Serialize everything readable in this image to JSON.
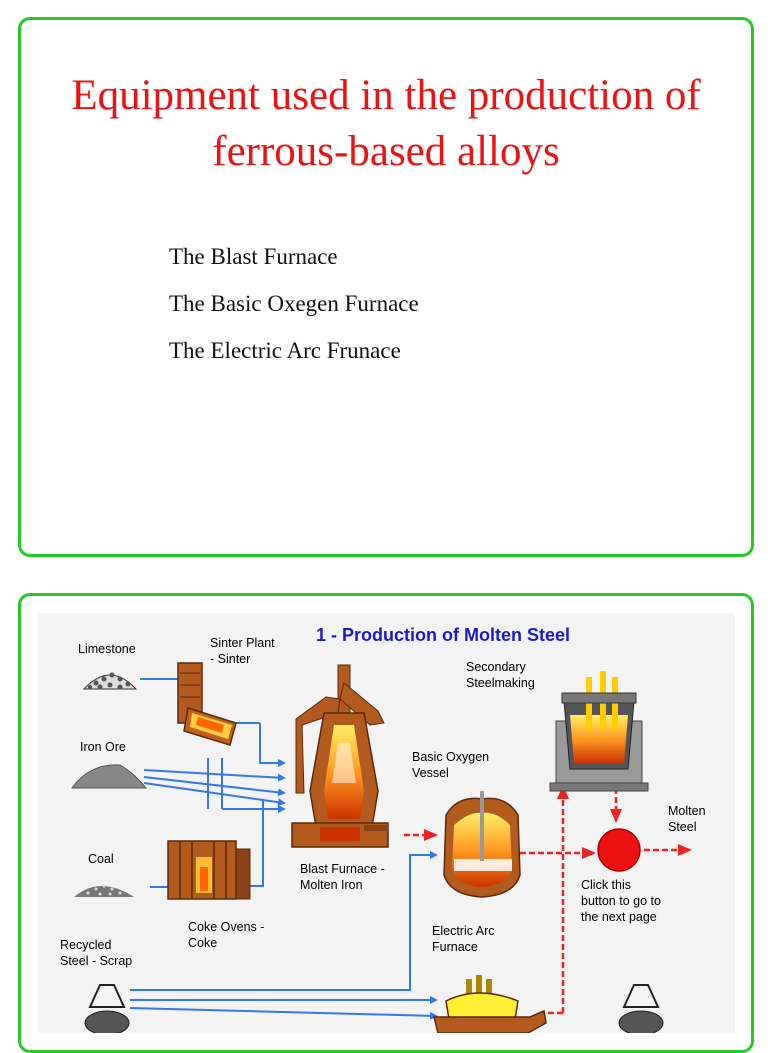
{
  "slide1": {
    "title_line1": "Equipment used in the production of",
    "title_line2": "ferrous-based alloys",
    "items": [
      "The Blast Furnace",
      "The Basic Oxegen Furnace",
      "The Electric Arc Frunace"
    ]
  },
  "slide2": {
    "diagram_title": "1 - Production of Molten Steel",
    "labels": {
      "limestone": "Limestone",
      "sinter_1": "Sinter Plant",
      "sinter_2": "- Sinter",
      "iron_ore": "Iron Ore",
      "coal": "Coal",
      "coke_1": "Coke Ovens -",
      "coke_2": "Coke",
      "blast_1": "Blast Furnace -",
      "blast_2": "Molten Iron",
      "scrap_1": "Recycled",
      "scrap_2": "Steel - Scrap",
      "secondary_1": "Secondary",
      "secondary_2": "Steelmaking",
      "bov_1": "Basic Oxygen",
      "bov_2": "Vessel",
      "eaf_1": "Electric Arc",
      "eaf_2": "Furnace",
      "molten_1": "Molten",
      "molten_2": "Steel",
      "click_1": "Click this",
      "click_2": "button to go to",
      "click_3": "the next page"
    }
  },
  "colors": {
    "border": "#22cc22",
    "title": "#ee1111",
    "diagram_title": "#1a1acc",
    "flow": "#3377ee",
    "molten_flow": "#ee2222",
    "button": "#ee1111"
  }
}
